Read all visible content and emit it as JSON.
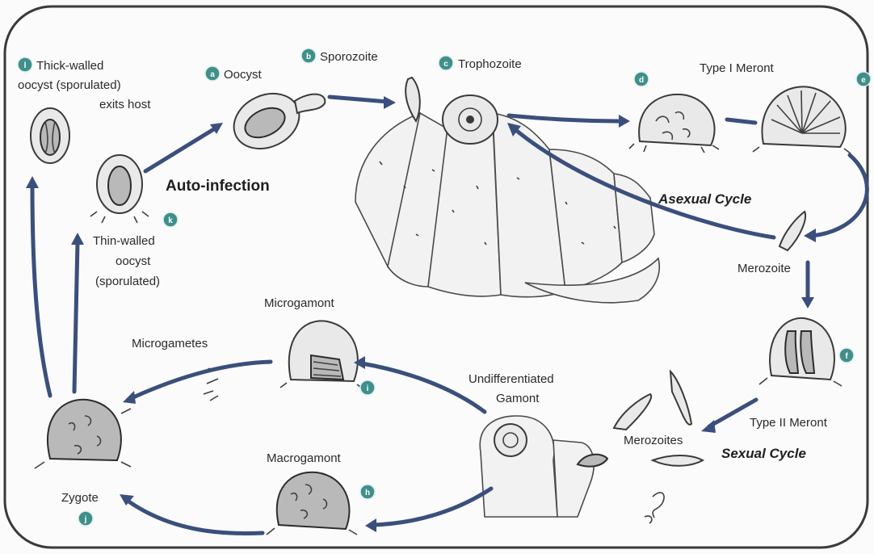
{
  "colors": {
    "arrow": "#3b4f7c",
    "badge": "#3f8f8a",
    "border": "#3a3a3a"
  },
  "labels": {
    "thick_walled_1": "Thick-walled",
    "thick_walled_2": "oocyst (sporulated)",
    "thick_walled_3": "exits host",
    "oocyst": "Oocyst",
    "sporozoite": "Sporozoite",
    "trophozoite": "Trophozoite",
    "type1_meront": "Type I Meront",
    "auto_infection": "Auto-infection",
    "asexual_cycle": "Asexual Cycle",
    "merozoite": "Merozoite",
    "thin_walled_1": "Thin-walled",
    "thin_walled_2": "oocyst",
    "thin_walled_3": "(sporulated)",
    "microgamont": "Microgamont",
    "microgametes": "Microgametes",
    "undiff_1": "Undifferentiated",
    "undiff_2": "Gamont",
    "type2_meront": "Type II Meront",
    "merozoites": "Merozoites",
    "sexual_cycle": "Sexual Cycle",
    "macrogamont": "Macrogamont",
    "zygote": "Zygote"
  },
  "badges": {
    "thick": "l",
    "oocyst": "a",
    "sporozoite": "b",
    "trophozoite": "c",
    "type1_a": "d",
    "type1_b": "e",
    "thin": "k",
    "micro": "i",
    "type2": "f",
    "macro": "h",
    "zygote": "j"
  }
}
